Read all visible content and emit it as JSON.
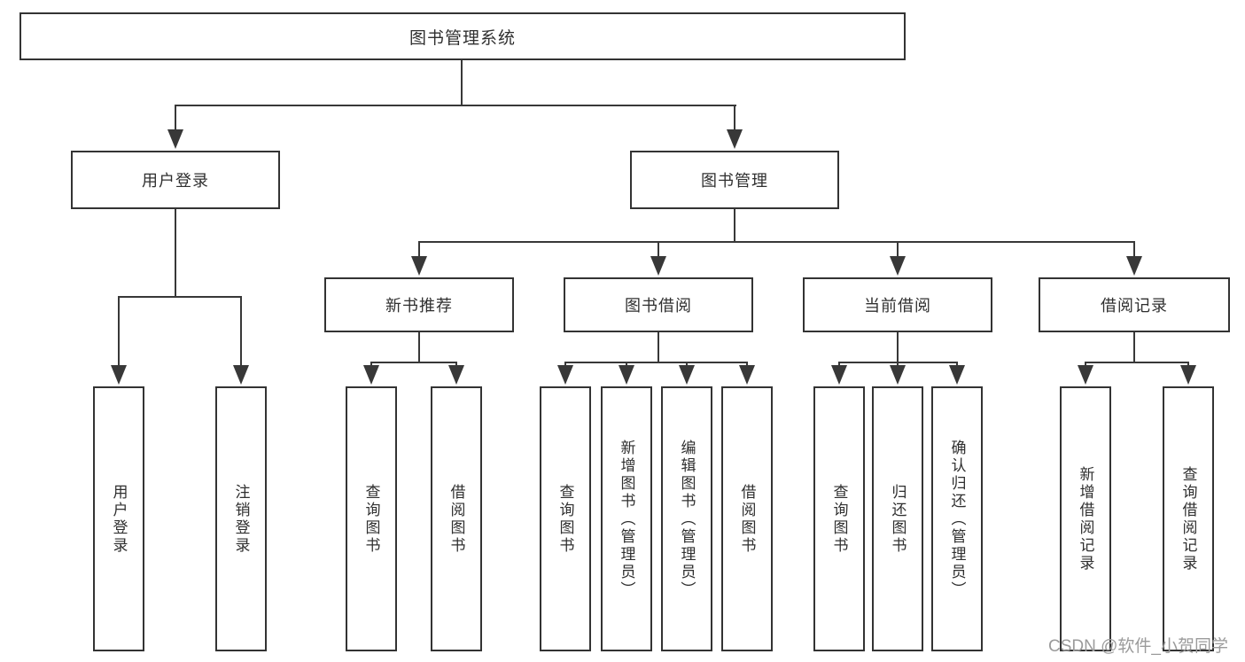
{
  "diagram": {
    "root": {
      "label": "图书管理系统"
    },
    "level2": [
      {
        "label": "用户登录"
      },
      {
        "label": "图书管理"
      }
    ],
    "level3": [
      {
        "label": "新书推荐"
      },
      {
        "label": "图书借阅"
      },
      {
        "label": "当前借阅"
      },
      {
        "label": "借阅记录"
      }
    ],
    "leaves": [
      {
        "label": "用户登录"
      },
      {
        "label": "注销登录"
      },
      {
        "label": "查询图书"
      },
      {
        "label": "借阅图书"
      },
      {
        "label": "查询图书"
      },
      {
        "label": "新增图书（管理员）"
      },
      {
        "label": "编辑图书（管理员）"
      },
      {
        "label": "借阅图书"
      },
      {
        "label": "查询图书"
      },
      {
        "label": "归还图书"
      },
      {
        "label": "确认归还（管理员）"
      },
      {
        "label": "新增借阅记录"
      },
      {
        "label": "查询借阅记录"
      }
    ]
  },
  "watermark": {
    "text": "CSDN @软件_小贺同学"
  },
  "colors": {
    "line": "#383838",
    "text": "#2f2f2f",
    "watermark": "#9b9b9b",
    "background": "#ffffff"
  }
}
